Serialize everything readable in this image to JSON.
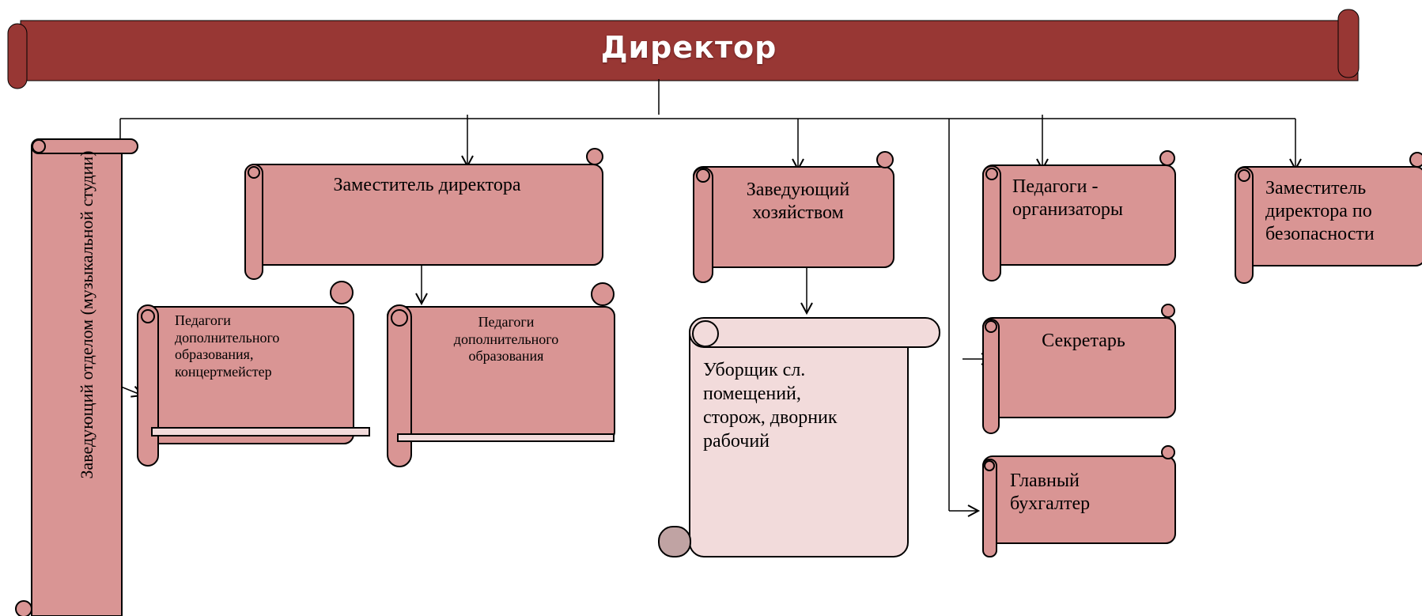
{
  "diagram": {
    "title": "Директор",
    "nodes": {
      "music_head": "Заведующий отделом (музыкальной студии)",
      "deputy": "Заместитель директора",
      "ped_acc": "Педагоги\nдополнительного\nобразования,\nконцертмейстер",
      "ped_add": "Педагоги\nдополнительного\nобразования",
      "housekeeper": "Заведующий\nхозяйством",
      "cleaners": "Уборщик сл.\nпомещений,\nсторож, дворник\nрабочий",
      "organizers": "Педагоги -\nорганизаторы",
      "security": "Заместитель\nдиректора по\nбезопасности",
      "secretary": "Секретарь",
      "accountant": "Главный\nбухгалтер"
    },
    "colors": {
      "banner": "#983734",
      "scroll": "#d99594",
      "scroll_light": "#f2dbdb",
      "outline": "#000000"
    }
  }
}
